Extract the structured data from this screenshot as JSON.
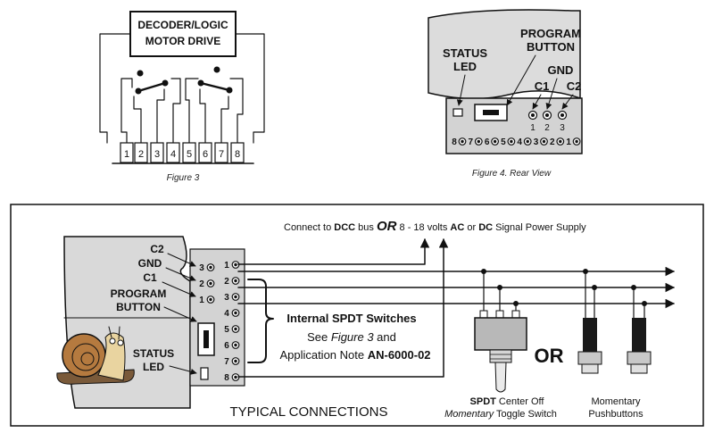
{
  "figure3": {
    "box_title_line1": "DECODER/LOGIC",
    "box_title_line2": "MOTOR DRIVE",
    "terminals": [
      "1",
      "2",
      "3",
      "4",
      "5",
      "6",
      "7",
      "8"
    ],
    "caption": "Figure 3"
  },
  "figure4": {
    "status_line1": "STATUS",
    "status_line2": "LED",
    "program_line1": "PROGRAM",
    "program_line2": "BUTTON",
    "gnd": "GND",
    "c1": "C1",
    "c2": "C2",
    "pin_numbers": [
      "1",
      "2",
      "3"
    ],
    "terminal_row": [
      "8",
      "7",
      "6",
      "5",
      "4",
      "3",
      "2",
      "1"
    ],
    "caption": "Figure 4.  Rear View"
  },
  "typical": {
    "connect_prefix": "Connect to ",
    "dcc": "DCC",
    "bus": " bus ",
    "or_word": "OR",
    "range": " 8 - 18 volts ",
    "ac": "AC",
    "or_small": " or ",
    "dc": "DC",
    "suffix": " Signal Power Supply",
    "labels": {
      "c2": "C2",
      "gnd": "GND",
      "c1": "C1",
      "program1": "PROGRAM",
      "program2": "BUTTON",
      "status1": "STATUS",
      "status2": "LED"
    },
    "left_pins": [
      "3",
      "2",
      "1"
    ],
    "right_pins": [
      "1",
      "2",
      "3",
      "4",
      "5",
      "6",
      "7",
      "8"
    ],
    "switch_note_line1": "Internal SPDT Switches",
    "switch_note_line2_a": "See ",
    "switch_note_line2_b": "Figure 3",
    "switch_note_line2_c": " and",
    "switch_note_line3_a": "Application Note ",
    "switch_note_line3_b": "AN-6000-02",
    "big_or": "OR",
    "toggle_line1_a": "SPDT",
    "toggle_line1_b": " Center Off",
    "toggle_line2_a": "Momentary",
    "toggle_line2_b": " Toggle Switch",
    "push_line1": "Momentary",
    "push_line2": "Pushbuttons",
    "title": "TYPICAL CONNECTIONS"
  }
}
